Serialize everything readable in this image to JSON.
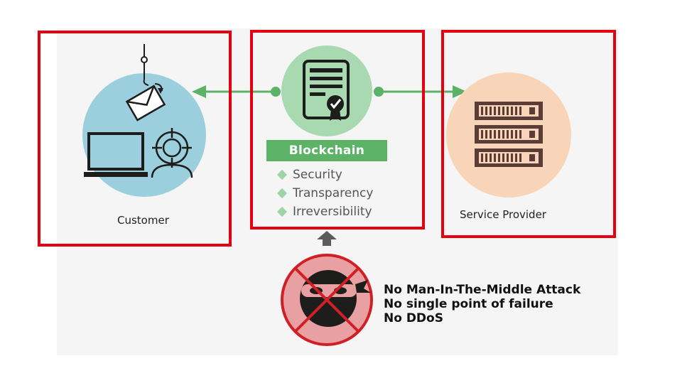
{
  "customer": {
    "label": "Customer",
    "circle_color": "#9ccfdd",
    "icons": [
      "fishing-hook-icon",
      "email-envelope-icon",
      "laptop-icon",
      "targeted-person-icon"
    ]
  },
  "blockchain": {
    "title": "Blockchain",
    "circle_color": "#a9d9b1",
    "banner_color": "#5cb367",
    "icon": "certificate-document-icon",
    "features": [
      {
        "label": "Security"
      },
      {
        "label": "Transparency"
      },
      {
        "label": "Irreversibility"
      }
    ]
  },
  "service_provider": {
    "label": "Service Provider",
    "circle_color": "#f8d5b8",
    "icon": "server-rack-icon"
  },
  "connector_color": "#5cb367",
  "highlight_color": "#e4000f",
  "attack": {
    "icon": "blocked-hacker-icon",
    "items": [
      "No Man-In-The-Middle Attack",
      "No single point of failure",
      "No DDoS"
    ]
  }
}
